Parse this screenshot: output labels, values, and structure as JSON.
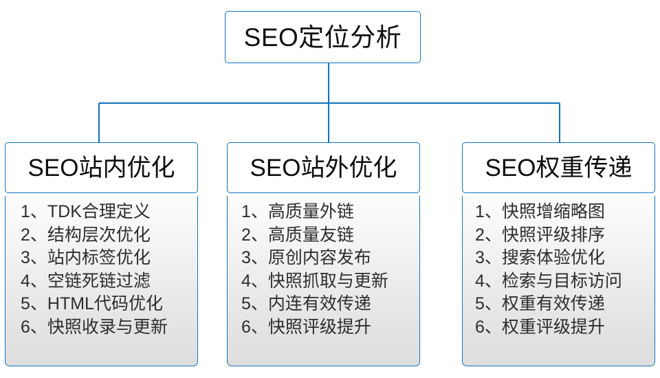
{
  "diagram": {
    "type": "organization-chart",
    "accent_color": "#0f72bd",
    "root": {
      "label": "SEO定位分析"
    },
    "branches": [
      {
        "header": "SEO站内优化",
        "items": [
          "1、TDK合理定义",
          "2、结构层次优化",
          "3、站内标签优化",
          "4、空链死链过滤",
          "5、HTML代码优化",
          "6、快照收录与更新"
        ]
      },
      {
        "header": "SEO站外优化",
        "items": [
          "1、高质量外链",
          "2、高质量友链",
          "3、原创内容发布",
          "4、快照抓取与更新",
          "5、内连有效传递",
          "6、快照评级提升"
        ]
      },
      {
        "header": "SEO权重传递",
        "items": [
          "1、快照增缩略图",
          "2、快照评级排序",
          "3、搜索体验优化",
          "4、检索与目标访问",
          "5、权重有效传递",
          "6、权重评级提升"
        ]
      }
    ]
  }
}
